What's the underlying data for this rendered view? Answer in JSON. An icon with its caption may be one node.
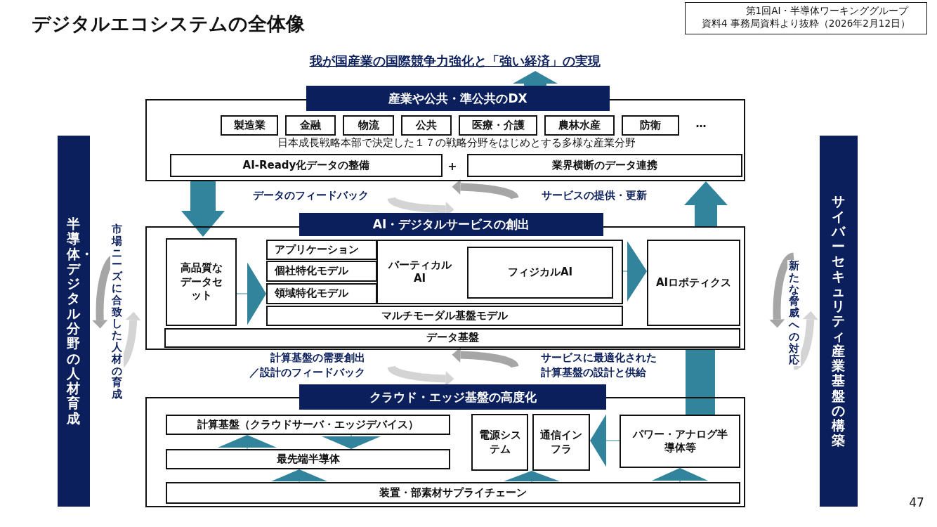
{
  "diagram": {
    "title": "デジタルエコシステムの全体像",
    "nodes": [
      {
        "text": [
          "我が国産業の国際競争力強化と「強い経済」の実現"
        ]
      },
      {
        "text": [
          "産業や公共・準公共のDX",
          "日本成長戦略本部で決定した１７の戦略分野をはじめとする多様な産業分野"
        ]
      },
      {
        "text": [
          "製造業"
        ],
        "in": 1
      },
      {
        "text": [
          "金融"
        ],
        "in": 1
      },
      {
        "text": [
          "物流"
        ],
        "in": 1
      },
      {
        "text": [
          "公共"
        ],
        "in": 1
      },
      {
        "text": [
          "医療・介護"
        ],
        "in": 1
      },
      {
        "text": [
          "農林水産"
        ],
        "in": 1
      },
      {
        "text": [
          "防衛"
        ],
        "in": 1
      },
      {
        "text": [
          "AI-Ready化データの整備"
        ],
        "in": 1
      },
      {
        "text": [
          "業界横断のデータ連携"
        ],
        "in": 1
      },
      {
        "text": [
          "AI・デジタルサービスの創出"
        ]
      },
      {
        "text": [
          "高品質なデータセット"
        ],
        "in": 11
      },
      {
        "text": [
          "アプリケーション"
        ],
        "in": 11
      },
      {
        "text": [
          "個社特化モデル"
        ],
        "in": 11
      },
      {
        "text": [
          "領域特化モデル"
        ],
        "in": 11
      },
      {
        "text": [
          "バーティカルAI"
        ],
        "in": 11
      },
      {
        "text": [
          "フィジカルAI"
        ],
        "in": 16
      },
      {
        "text": [
          "マルチモーダル基盤モデル"
        ],
        "in": 11
      },
      {
        "text": [
          "AIロボティクス"
        ],
        "in": 11
      },
      {
        "text": [
          "データ基盤"
        ],
        "in": 11
      },
      {
        "text": [
          "クラウド・エッジ基盤の高度化"
        ]
      },
      {
        "text": [
          "計算基盤（クラウドサーバ・エッジデバイス）"
        ],
        "in": 21
      },
      {
        "text": [
          "最先端半導体"
        ],
        "in": 21
      },
      {
        "text": [
          "電源システム"
        ],
        "in": 21
      },
      {
        "text": [
          "通信インフラ"
        ],
        "in": 21
      },
      {
        "text": [
          "パワー・アナログ半導体等"
        ],
        "in": 21
      },
      {
        "text": [
          "装置・部素材サプライチェーン"
        ],
        "in": 21
      },
      {
        "text": [
          "半導体・デジタル分野の人材育成"
        ]
      },
      {
        "text": [
          "サイバーセキュリティ産業基盤の構築"
        ]
      },
      {
        "text": [
          "第1回AI・半導体ワーキンググループ資料4 事務局資料より抜粋（2026年2月12日）"
        ]
      }
    ],
    "edges": [
      {
        "from": 1,
        "to": 0,
        "arrow": "to",
        "style": "thick"
      },
      {
        "from": 1,
        "to": 11,
        "arrow": "to",
        "style": "thick"
      },
      {
        "from": 11,
        "to": 1,
        "arrow": "to",
        "style": "thick"
      },
      {
        "from": 12,
        "to": 14,
        "arrow": "to"
      },
      {
        "from": 16,
        "to": 19,
        "arrow": "to"
      },
      {
        "from": 26,
        "to": 11,
        "arrow": "none",
        "style": "thick"
      },
      {
        "from": 26,
        "to": 25,
        "arrow": "to"
      },
      {
        "from": 23,
        "to": 22,
        "arrow": "to"
      },
      {
        "from": 22,
        "to": 23,
        "arrow": "to"
      },
      {
        "from": 27,
        "to": 23,
        "arrow": "to"
      },
      {
        "from": 27,
        "to": 24,
        "arrow": "to"
      },
      {
        "from": 27,
        "to": 26,
        "arrow": "to"
      }
    ],
    "labels": [
      "…",
      "+",
      "データのフィードバック",
      "サービスの提供・更新",
      "市場ニーズに合致した人材の育成",
      "新たな脅威への対応",
      "計算基盤の需要創出／設計のフィードバック",
      "サービスに最適化された計算基盤の設計と供給",
      "47"
    ]
  }
}
